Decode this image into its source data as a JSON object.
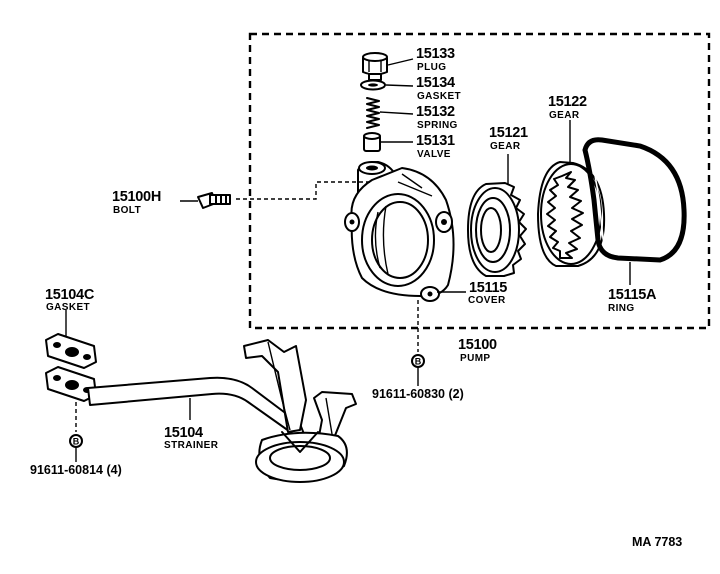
{
  "parts": [
    {
      "id": "plug",
      "number": "15133",
      "name": "PLUG"
    },
    {
      "id": "gasket-top",
      "number": "15134",
      "name": "GASKET"
    },
    {
      "id": "spring",
      "number": "15132",
      "name": "SPRING"
    },
    {
      "id": "valve",
      "number": "15131",
      "name": "VALVE"
    },
    {
      "id": "drive-gear",
      "number": "15121",
      "name": "GEAR"
    },
    {
      "id": "driven-gear",
      "number": "15122",
      "name": "GEAR"
    },
    {
      "id": "bolt",
      "number": "15100H",
      "name": "BOLT"
    },
    {
      "id": "cover",
      "number": "15115",
      "name": "COVER"
    },
    {
      "id": "ring",
      "number": "15115A",
      "name": "RING"
    },
    {
      "id": "pump",
      "number": "15100",
      "name": "PUMP"
    },
    {
      "id": "strainer-gasket",
      "number": "15104C",
      "name": "GASKET"
    },
    {
      "id": "strainer",
      "number": "15104",
      "name": "STRAINER"
    }
  ],
  "bolt_refs": [
    {
      "id": "pump-bolts",
      "symbol": "B",
      "text": "91611-60830 (2)"
    },
    {
      "id": "strainer-bolts",
      "symbol": "B",
      "text": "91611-60814 (4)"
    }
  ],
  "figure_code": "MA 7783"
}
